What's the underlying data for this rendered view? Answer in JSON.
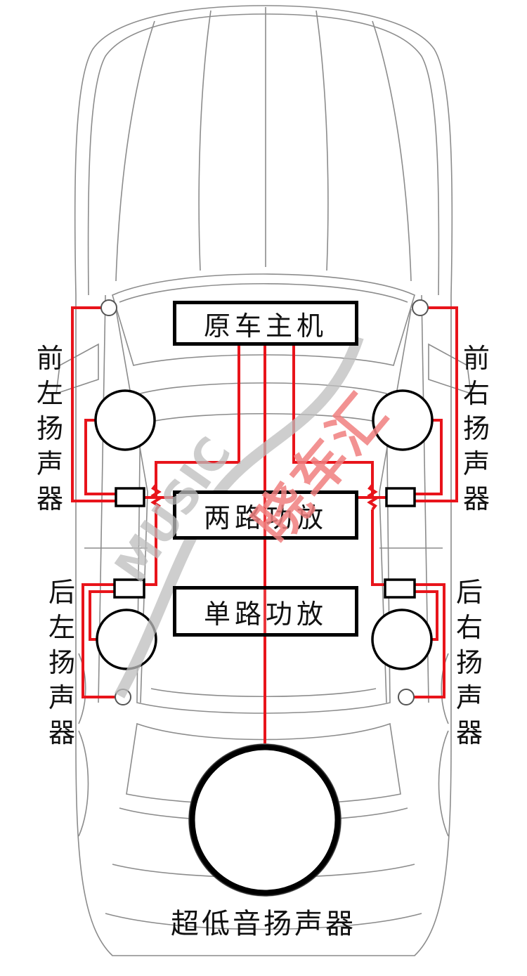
{
  "components": {
    "head_unit": "原车主机",
    "two_channel_amp": "两路功放",
    "mono_amp": "单路功放"
  },
  "speakers": {
    "front_left": "前左扬声器",
    "front_right": "前右扬声器",
    "rear_left": "后左扬声器",
    "rear_right": "后右扬声器",
    "subwoofer": "超低音扬声器"
  },
  "watermark": {
    "text_latin": "MUSIC",
    "text_cn": "晓车汇"
  },
  "colors": {
    "wire": "#e8141b",
    "outline": "#000000",
    "car_line": "#9a9a9a",
    "watermark_gray": "#bdbdbd",
    "watermark_red": "#f08080"
  }
}
